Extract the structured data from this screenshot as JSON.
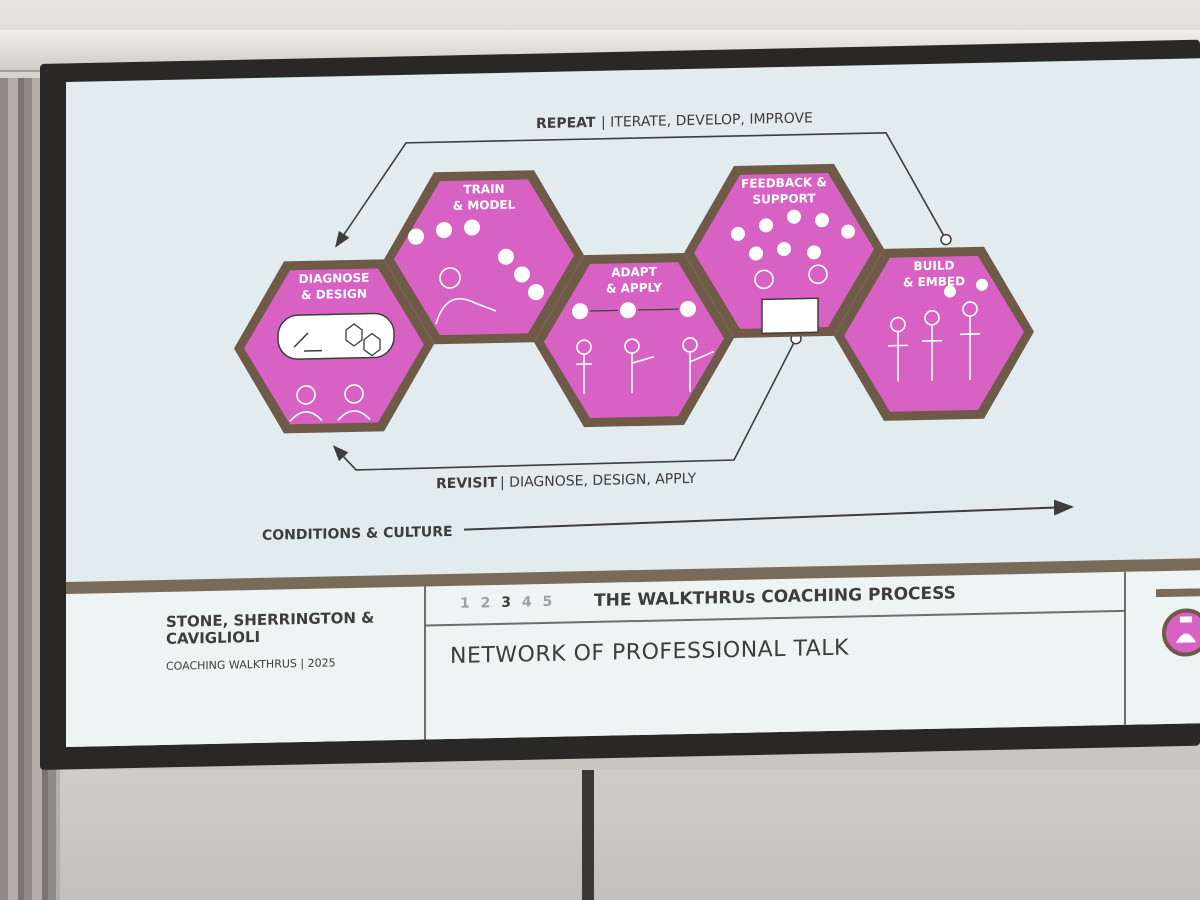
{
  "diagram": {
    "repeat_label": "REPEAT",
    "repeat_detail": "| ITERATE, DEVELOP, IMPROVE",
    "revisit_label": "REVISIT",
    "revisit_detail": "| DIAGNOSE, DESIGN, APPLY",
    "conditions_label": "CONDITIONS & CULTURE",
    "stages": [
      {
        "line1": "DIAGNOSE",
        "line2": "& DESIGN"
      },
      {
        "line1": "TRAIN",
        "line2": "& MODEL"
      },
      {
        "line1": "ADAPT",
        "line2": "& APPLY"
      },
      {
        "line1": "FEEDBACK &",
        "line2": "SUPPORT"
      },
      {
        "line1": "BUILD",
        "line2": "& EMBED"
      }
    ]
  },
  "footer": {
    "authors": "STONE, SHERRINGTON & CAVIGLIOLI",
    "book": "COACHING WALKTHRUS | 2025",
    "step_numbers": [
      "1",
      "2",
      "3",
      "4",
      "5"
    ],
    "active_step": "3",
    "process_title": "THE WALKTHRUs COACHING PROCESS",
    "slide_title": "NETWORK OF PROFESSIONAL TALK"
  },
  "colors": {
    "hex_fill": "#d762c4",
    "hex_border": "#6e5a47",
    "screen": "#e2ecee",
    "text": "#3f3d3b"
  }
}
